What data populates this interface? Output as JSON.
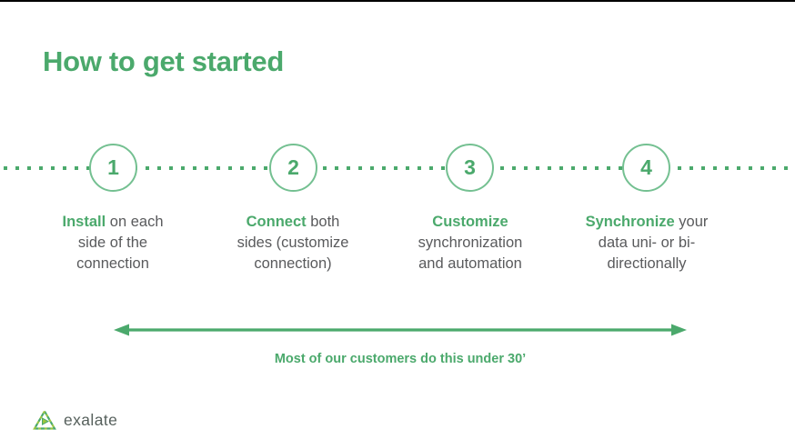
{
  "colors": {
    "green": "#4BA96C",
    "green_light": "#74C091",
    "green_accent": "#9BC53D",
    "gray_text": "#595A5C"
  },
  "title": "How to get started",
  "steps": [
    {
      "number": "1",
      "highlight": "Install",
      "rest": "on each side of  the connection"
    },
    {
      "number": "2",
      "highlight": "Connect",
      "rest": "both sides (customize connection)"
    },
    {
      "number": "3",
      "highlight": "Customize",
      "rest": "synchronization and automation"
    },
    {
      "number": "4",
      "highlight": "Synchronize",
      "rest": "your data uni- or bi-directionally"
    }
  ],
  "arrow_caption": "Most of our customers do this under 30’",
  "logo": {
    "text": "exalate"
  }
}
